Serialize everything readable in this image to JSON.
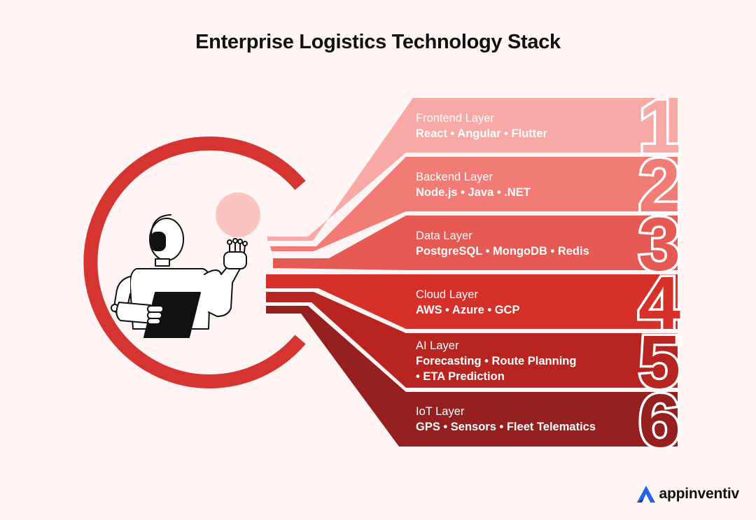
{
  "title": "Enterprise Logistics Technology Stack",
  "layers": [
    {
      "number": "1",
      "name": "Frontend Layer",
      "tech": "React • Angular • Flutter",
      "color": "#f8a9a5"
    },
    {
      "number": "2",
      "name": "Backend Layer",
      "tech": "Node.js • Java • .NET",
      "color": "#f27b76"
    },
    {
      "number": "3",
      "name": "Data Layer",
      "tech": "PostgreSQL • MongoDB • Redis",
      "color": "#e65a53"
    },
    {
      "number": "4",
      "name": "Cloud Layer",
      "tech": "AWS • Azure • GCP",
      "color": "#d6302b"
    },
    {
      "number": "5",
      "name": "AI Layer",
      "tech": "Forecasting • Route Planning\n• ETA Prediction",
      "color": "#b82420"
    },
    {
      "number": "6",
      "name": "IoT Layer",
      "tech": "GPS • Sensors • Fleet Telematics",
      "color": "#95201f"
    }
  ],
  "ring_color": "#d63431",
  "brand": {
    "name": "appinventiv",
    "accent": "#2563eb"
  }
}
